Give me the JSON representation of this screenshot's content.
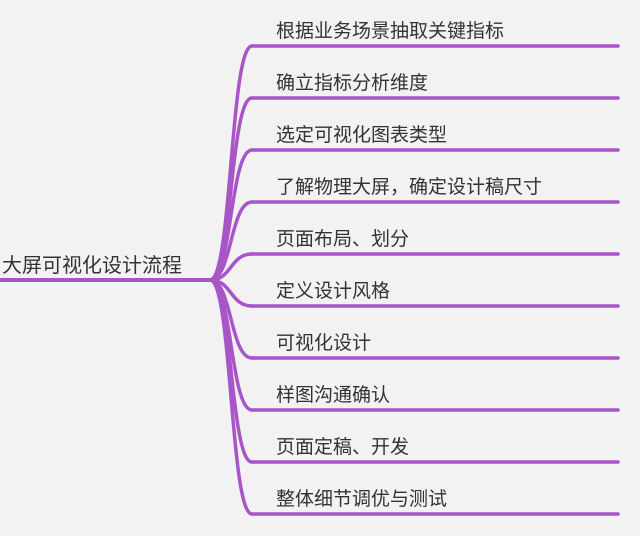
{
  "root": {
    "label": "大屏可视化设计流程"
  },
  "branches": [
    {
      "label": "根据业务场景抽取关键指标"
    },
    {
      "label": "确立指标分析维度"
    },
    {
      "label": "选定可视化图表类型"
    },
    {
      "label": "了解物理大屏，确定设计稿尺寸"
    },
    {
      "label": "页面布局、划分"
    },
    {
      "label": "定义设计风格"
    },
    {
      "label": "可视化设计"
    },
    {
      "label": "样图沟通确认"
    },
    {
      "label": "页面定稿、开发"
    },
    {
      "label": "整体细节调优与测试"
    }
  ],
  "colors": {
    "background": "#f2f2f2",
    "branch_line": "#a855c8",
    "text": "#333333"
  }
}
